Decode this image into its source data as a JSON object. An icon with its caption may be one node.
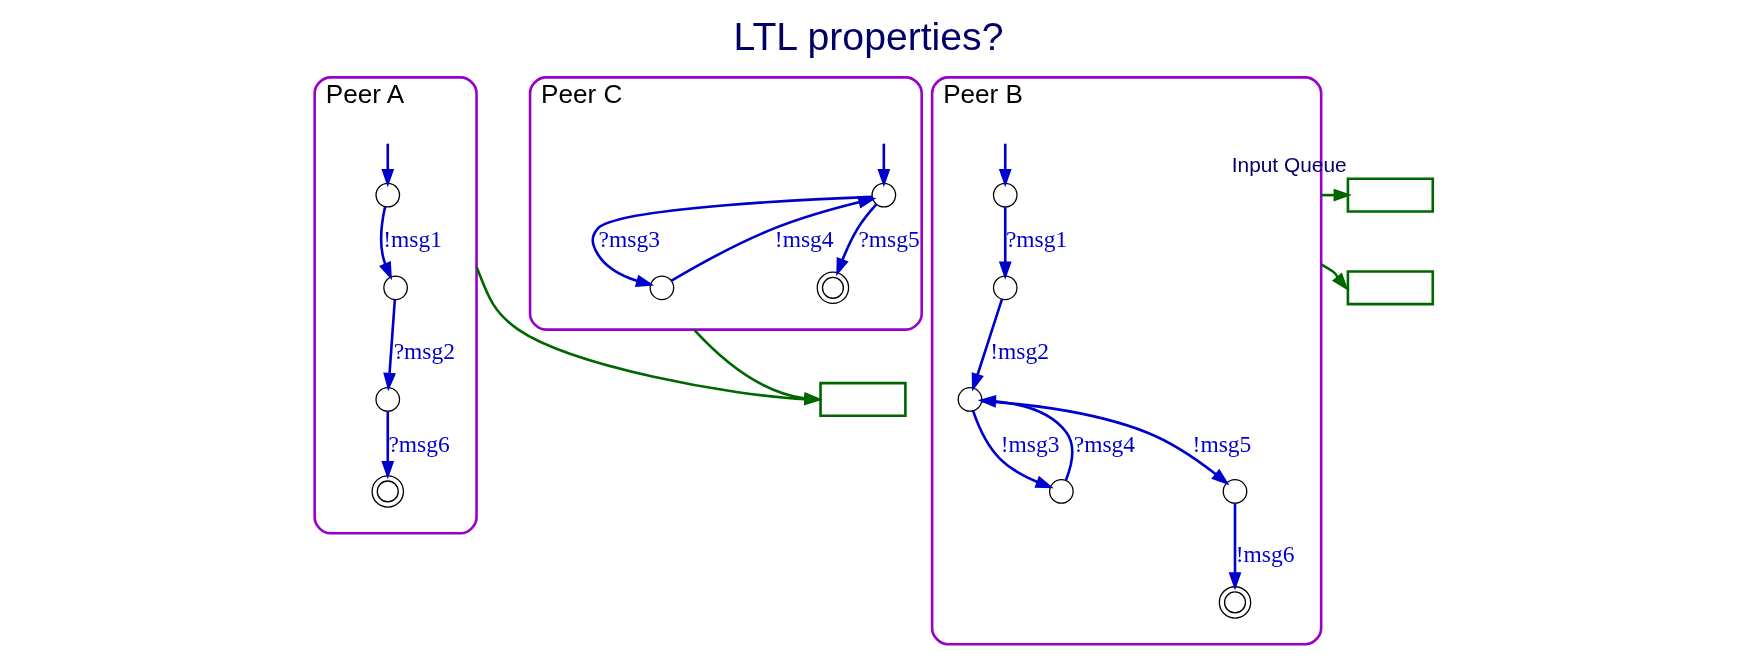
{
  "diagram": {
    "title": "LTL properties?",
    "nodes": [
      {
        "text": [
          "Peer A"
        ]
      },
      {
        "text": [],
        "shape": "circle",
        "in": 0
      },
      {
        "text": [],
        "shape": "circle",
        "in": 0
      },
      {
        "text": [],
        "shape": "circle",
        "in": 0
      },
      {
        "text": [],
        "shape": "doublecircle",
        "in": 0
      },
      {
        "text": [
          "Peer B"
        ]
      },
      {
        "text": [],
        "shape": "circle",
        "in": 5
      },
      {
        "text": [],
        "shape": "circle",
        "in": 5
      },
      {
        "text": [],
        "shape": "circle",
        "in": 5
      },
      {
        "text": [],
        "shape": "circle",
        "in": 5
      },
      {
        "text": [],
        "shape": "circle",
        "in": 5
      },
      {
        "text": [],
        "shape": "doublecircle",
        "in": 5
      },
      {
        "text": [
          "Peer C"
        ]
      },
      {
        "text": [],
        "shape": "circle",
        "in": 12
      },
      {
        "text": [],
        "shape": "circle",
        "in": 12
      },
      {
        "text": [],
        "shape": "doublecircle",
        "in": 12
      },
      {
        "text": [],
        "shape": "box"
      },
      {
        "text": [],
        "shape": "box"
      },
      {
        "text": [],
        "shape": "box",
        "beside": [
          "Input Queue"
        ]
      }
    ],
    "edges": [
      {
        "from": null,
        "to": 1,
        "arrow": "to"
      },
      {
        "from": 1,
        "to": 2,
        "arrow": "to",
        "label": "!msg1"
      },
      {
        "from": 2,
        "to": 3,
        "arrow": "to",
        "label": "?msg2"
      },
      {
        "from": 3,
        "to": 4,
        "arrow": "to",
        "label": "?msg6"
      },
      {
        "from": null,
        "to": 6,
        "arrow": "to"
      },
      {
        "from": 6,
        "to": 7,
        "arrow": "to",
        "label": "?msg1"
      },
      {
        "from": 7,
        "to": 8,
        "arrow": "to",
        "label": "!msg2"
      },
      {
        "from": 8,
        "to": 9,
        "arrow": "to",
        "label": "!msg3"
      },
      {
        "from": 9,
        "to": 8,
        "arrow": "to",
        "label": "?msg4"
      },
      {
        "from": 8,
        "to": 10,
        "arrow": "to",
        "label": "!msg5"
      },
      {
        "from": 10,
        "to": 11,
        "arrow": "to",
        "label": "!msg6"
      },
      {
        "from": null,
        "to": 14,
        "arrow": "to"
      },
      {
        "from": 14,
        "to": 13,
        "arrow": "to",
        "label": "?msg3"
      },
      {
        "from": 13,
        "to": 14,
        "arrow": "to",
        "label": "!msg4"
      },
      {
        "from": 14,
        "to": 15,
        "arrow": "to",
        "label": "?msg5"
      },
      {
        "from": 5,
        "to": 16,
        "arrow": "to",
        "color": "#006600"
      },
      {
        "from": 12,
        "to": 17,
        "arrow": "to",
        "color": "#006600"
      },
      {
        "from": 0,
        "to": 17,
        "arrow": "to",
        "color": "#006600"
      },
      {
        "from": 5,
        "to": 18,
        "arrow": "to",
        "color": "#006600"
      }
    ]
  }
}
